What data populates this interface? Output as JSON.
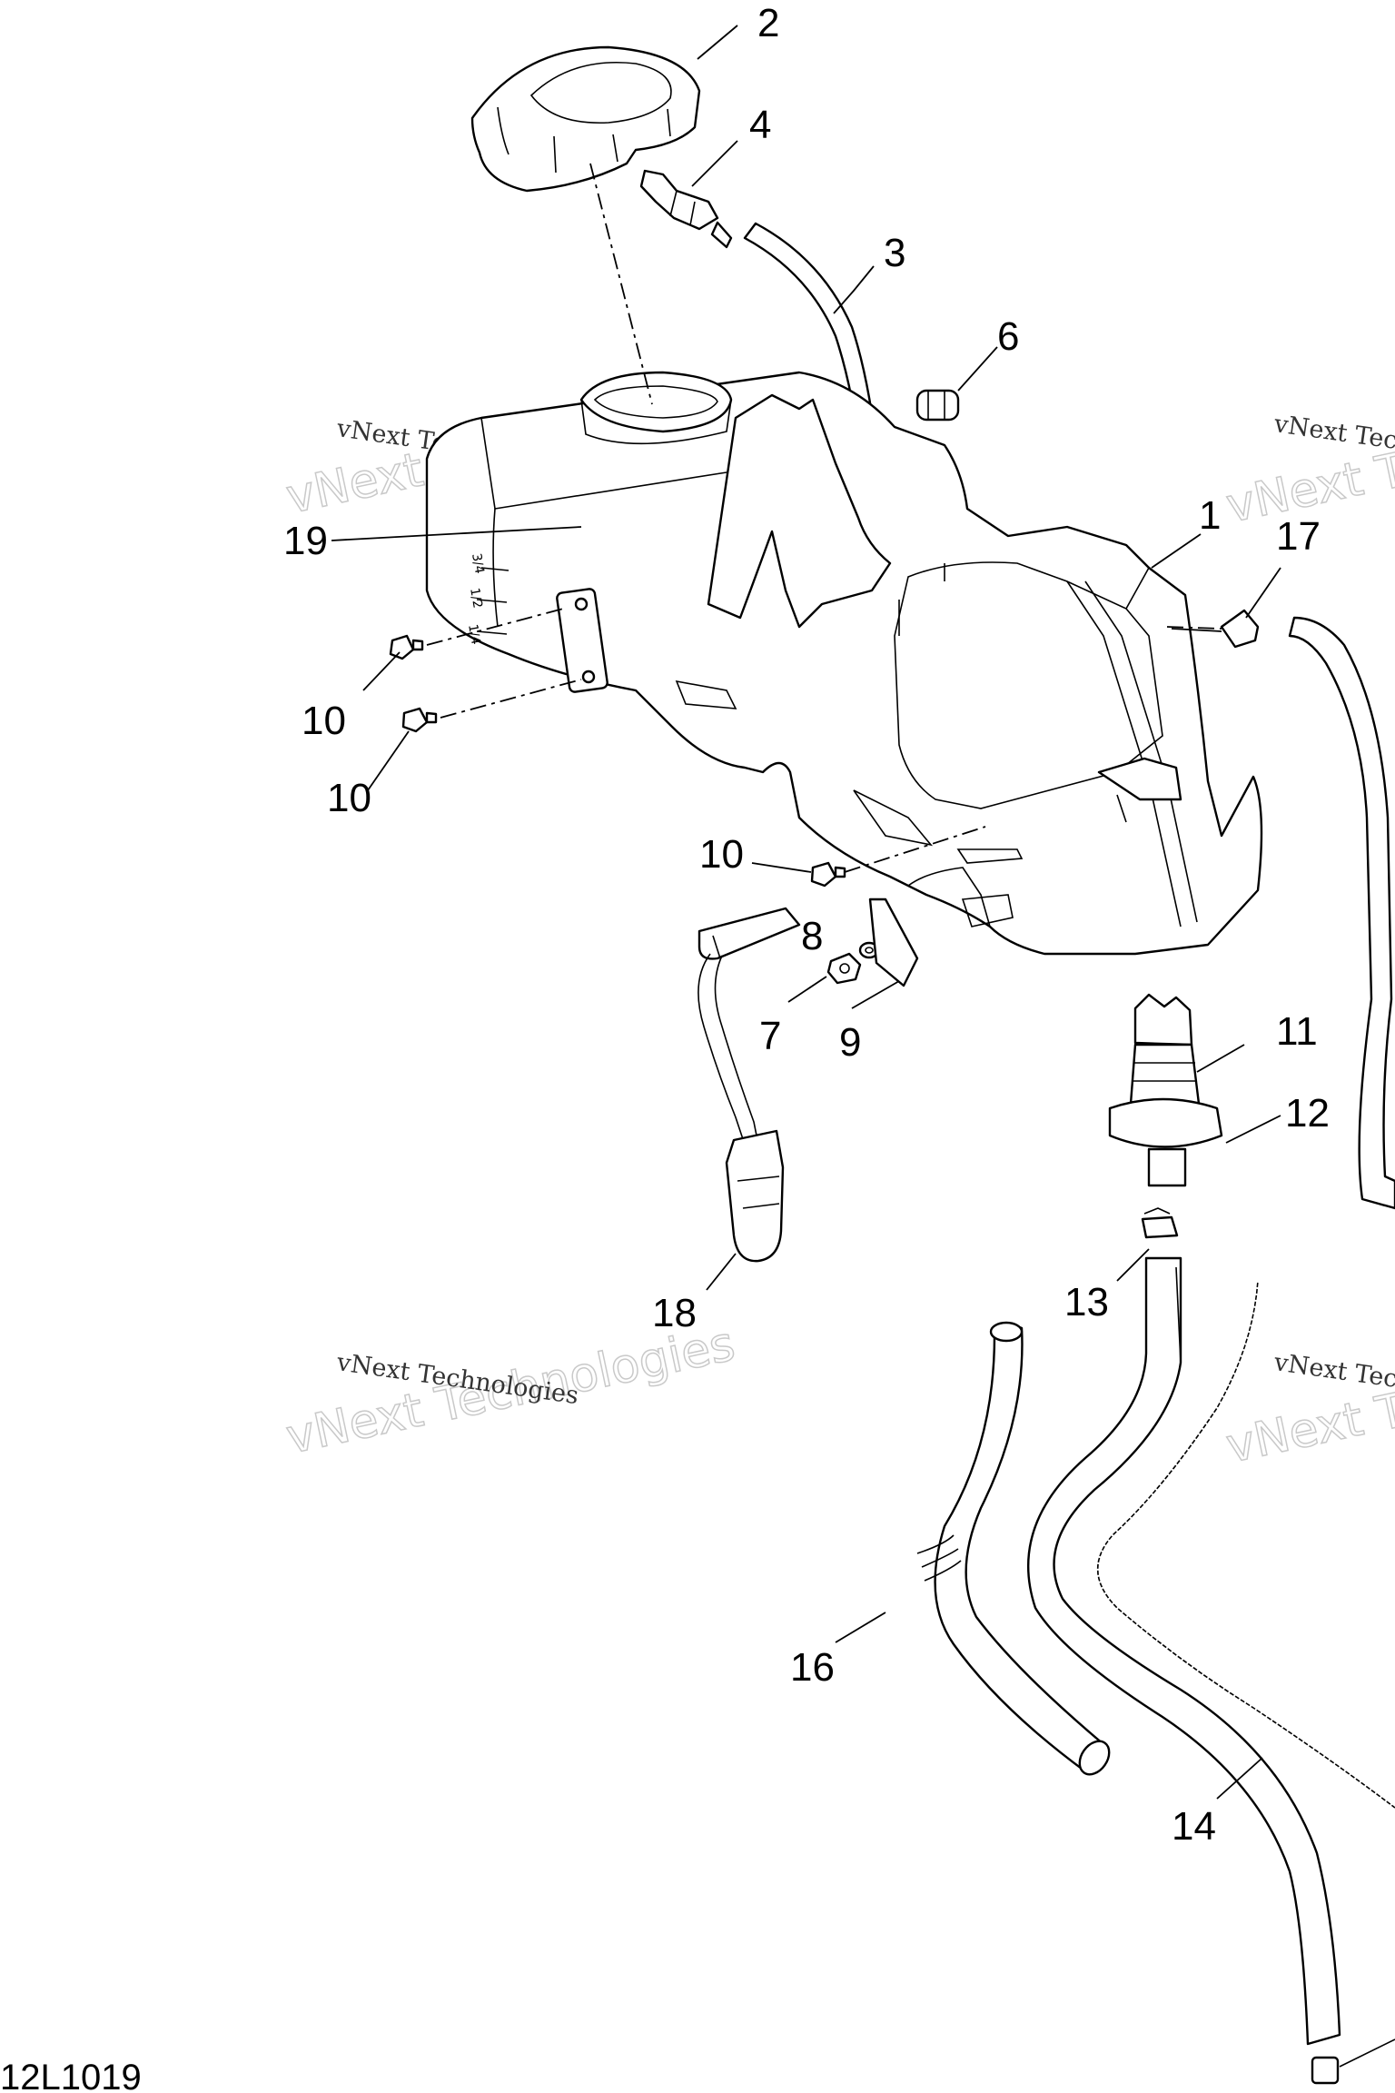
{
  "figure_id": "12L1019",
  "watermarks": [
    {
      "line1": "vNext Technologies",
      "line2": "vNext Technologies"
    },
    {
      "line1": "vNext Technologies",
      "line2": "vNext Technologies"
    },
    {
      "line1": "vNext Technologies",
      "line2": "vNext Technologies"
    },
    {
      "line1": "vNext Technologies",
      "line2": "vNext Technologies"
    }
  ],
  "gauge_marks": [
    "3/4",
    "1/2",
    "1/4"
  ],
  "callouts": [
    {
      "label": "1"
    },
    {
      "label": "2"
    },
    {
      "label": "3"
    },
    {
      "label": "4"
    },
    {
      "label": "6"
    },
    {
      "label": "7"
    },
    {
      "label": "8"
    },
    {
      "label": "9"
    },
    {
      "label": "10"
    },
    {
      "label": "10"
    },
    {
      "label": "10"
    },
    {
      "label": "11"
    },
    {
      "label": "12"
    },
    {
      "label": "13"
    },
    {
      "label": "14"
    },
    {
      "label": "16"
    },
    {
      "label": "17"
    },
    {
      "label": "18"
    },
    {
      "label": "19"
    }
  ],
  "colors": {
    "line": "#000000",
    "background": "#ffffff",
    "watermark_outline": "#c9c9c9"
  }
}
